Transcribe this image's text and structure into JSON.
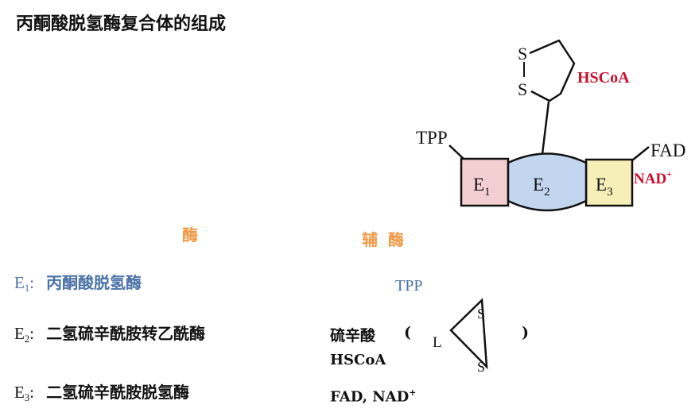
{
  "title": "丙酮酸脱氢酶复合体的组成",
  "diagram": {
    "sulfur_top": "S",
    "sulfur_bottom": "S",
    "hscoa": "HSCoA",
    "tpp": "TPP",
    "fad": "FAD",
    "nad": "NAD",
    "nad_charge": "+",
    "e1_letter": "E",
    "e1_sub": "1",
    "e2_letter": "E",
    "e2_sub": "2",
    "e3_letter": "E",
    "e3_sub": "3",
    "colors": {
      "e1_fill": "#f4cfd2",
      "e2_fill": "#c3d6f0",
      "e3_fill": "#f6efb8",
      "red_label": "#c8102e"
    }
  },
  "headers": {
    "enzyme": "酶",
    "coenzyme": "辅 酶"
  },
  "rows": [
    {
      "label": "E",
      "sub": "1",
      "sep": ":",
      "name": "丙酮酸脱氢酶"
    },
    {
      "label": "E",
      "sub": "2",
      "sep": ":",
      "name": "二氢硫辛酰胺转乙酰酶"
    },
    {
      "label": "E",
      "sub": "3",
      "sep": ":",
      "name": "二氢硫辛酰胺脱氢酶"
    }
  ],
  "coenzymes": {
    "c1": "TPP",
    "c2_name": "硫辛酸",
    "c2_open": "(",
    "c2_close": ")",
    "c2_ring_l": "L",
    "c2_ring_s_top": "S",
    "c2_ring_s_bottom": "S",
    "c2_line2": "HSCoA",
    "c3_main": "FAD, NAD",
    "c3_sup": "+"
  }
}
